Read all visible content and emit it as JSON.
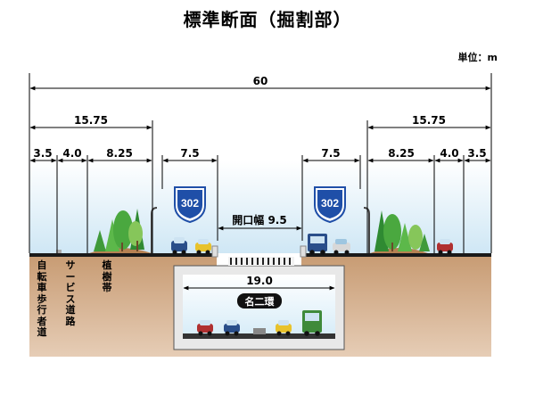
{
  "title": "標準断面（掘割部）",
  "unit_label": "単位：m",
  "dims": {
    "total": "60",
    "left_side": "15.75",
    "right_side": "15.75",
    "left_sidewalk": "3.5",
    "left_service": "4.0",
    "left_planting": "8.25",
    "left_road": "7.5",
    "right_road": "7.5",
    "right_planting": "8.25",
    "right_service": "4.0",
    "right_sidewalk": "3.5",
    "opening": "開口幅 9.5",
    "tunnel_width": "19.0"
  },
  "route_sign": "302",
  "tunnel_name": "名二環",
  "labels": {
    "sidewalk": "自転車歩行者道",
    "service_road": "サービス道路",
    "planting": "植樹帯"
  }
}
